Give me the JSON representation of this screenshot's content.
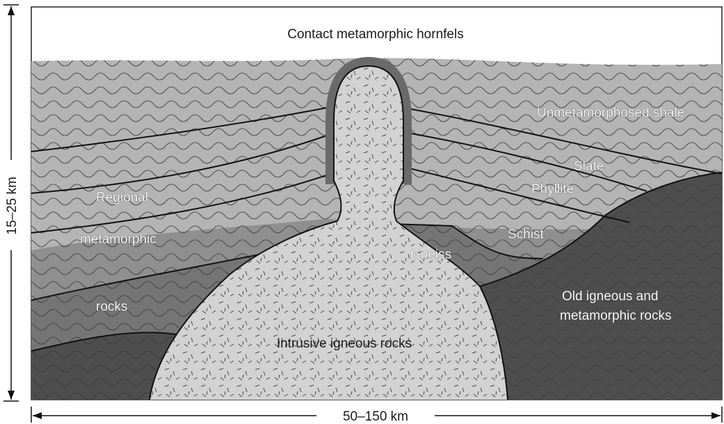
{
  "labels": {
    "contact_hornfels": "Contact metamorphic hornfels",
    "unmetamorphosed_shale": "Unmetamorphosed shale",
    "slate": "Slate",
    "phyllite": "Phyllite",
    "schist": "Schist",
    "gneiss": "Gneiss",
    "regional": "Regional",
    "metamorphic": "metamorphic",
    "rocks": "rocks",
    "old_igneous_line1": "Old igneous and",
    "old_igneous_line2": "metamorphic rocks",
    "intrusive": "Intrusive igneous rocks"
  },
  "dimensions": {
    "height": "15–25 km",
    "width": "50–150 km"
  },
  "colors": {
    "sky": "#ffffff",
    "shale": "#b4b4b4",
    "regional_mid": "#8f8f8f",
    "gneiss": "#757575",
    "old_rocks": "#4e4e4e",
    "intrusion": "#d2d2d2",
    "hornfels_rim": "#6a6a6a"
  }
}
